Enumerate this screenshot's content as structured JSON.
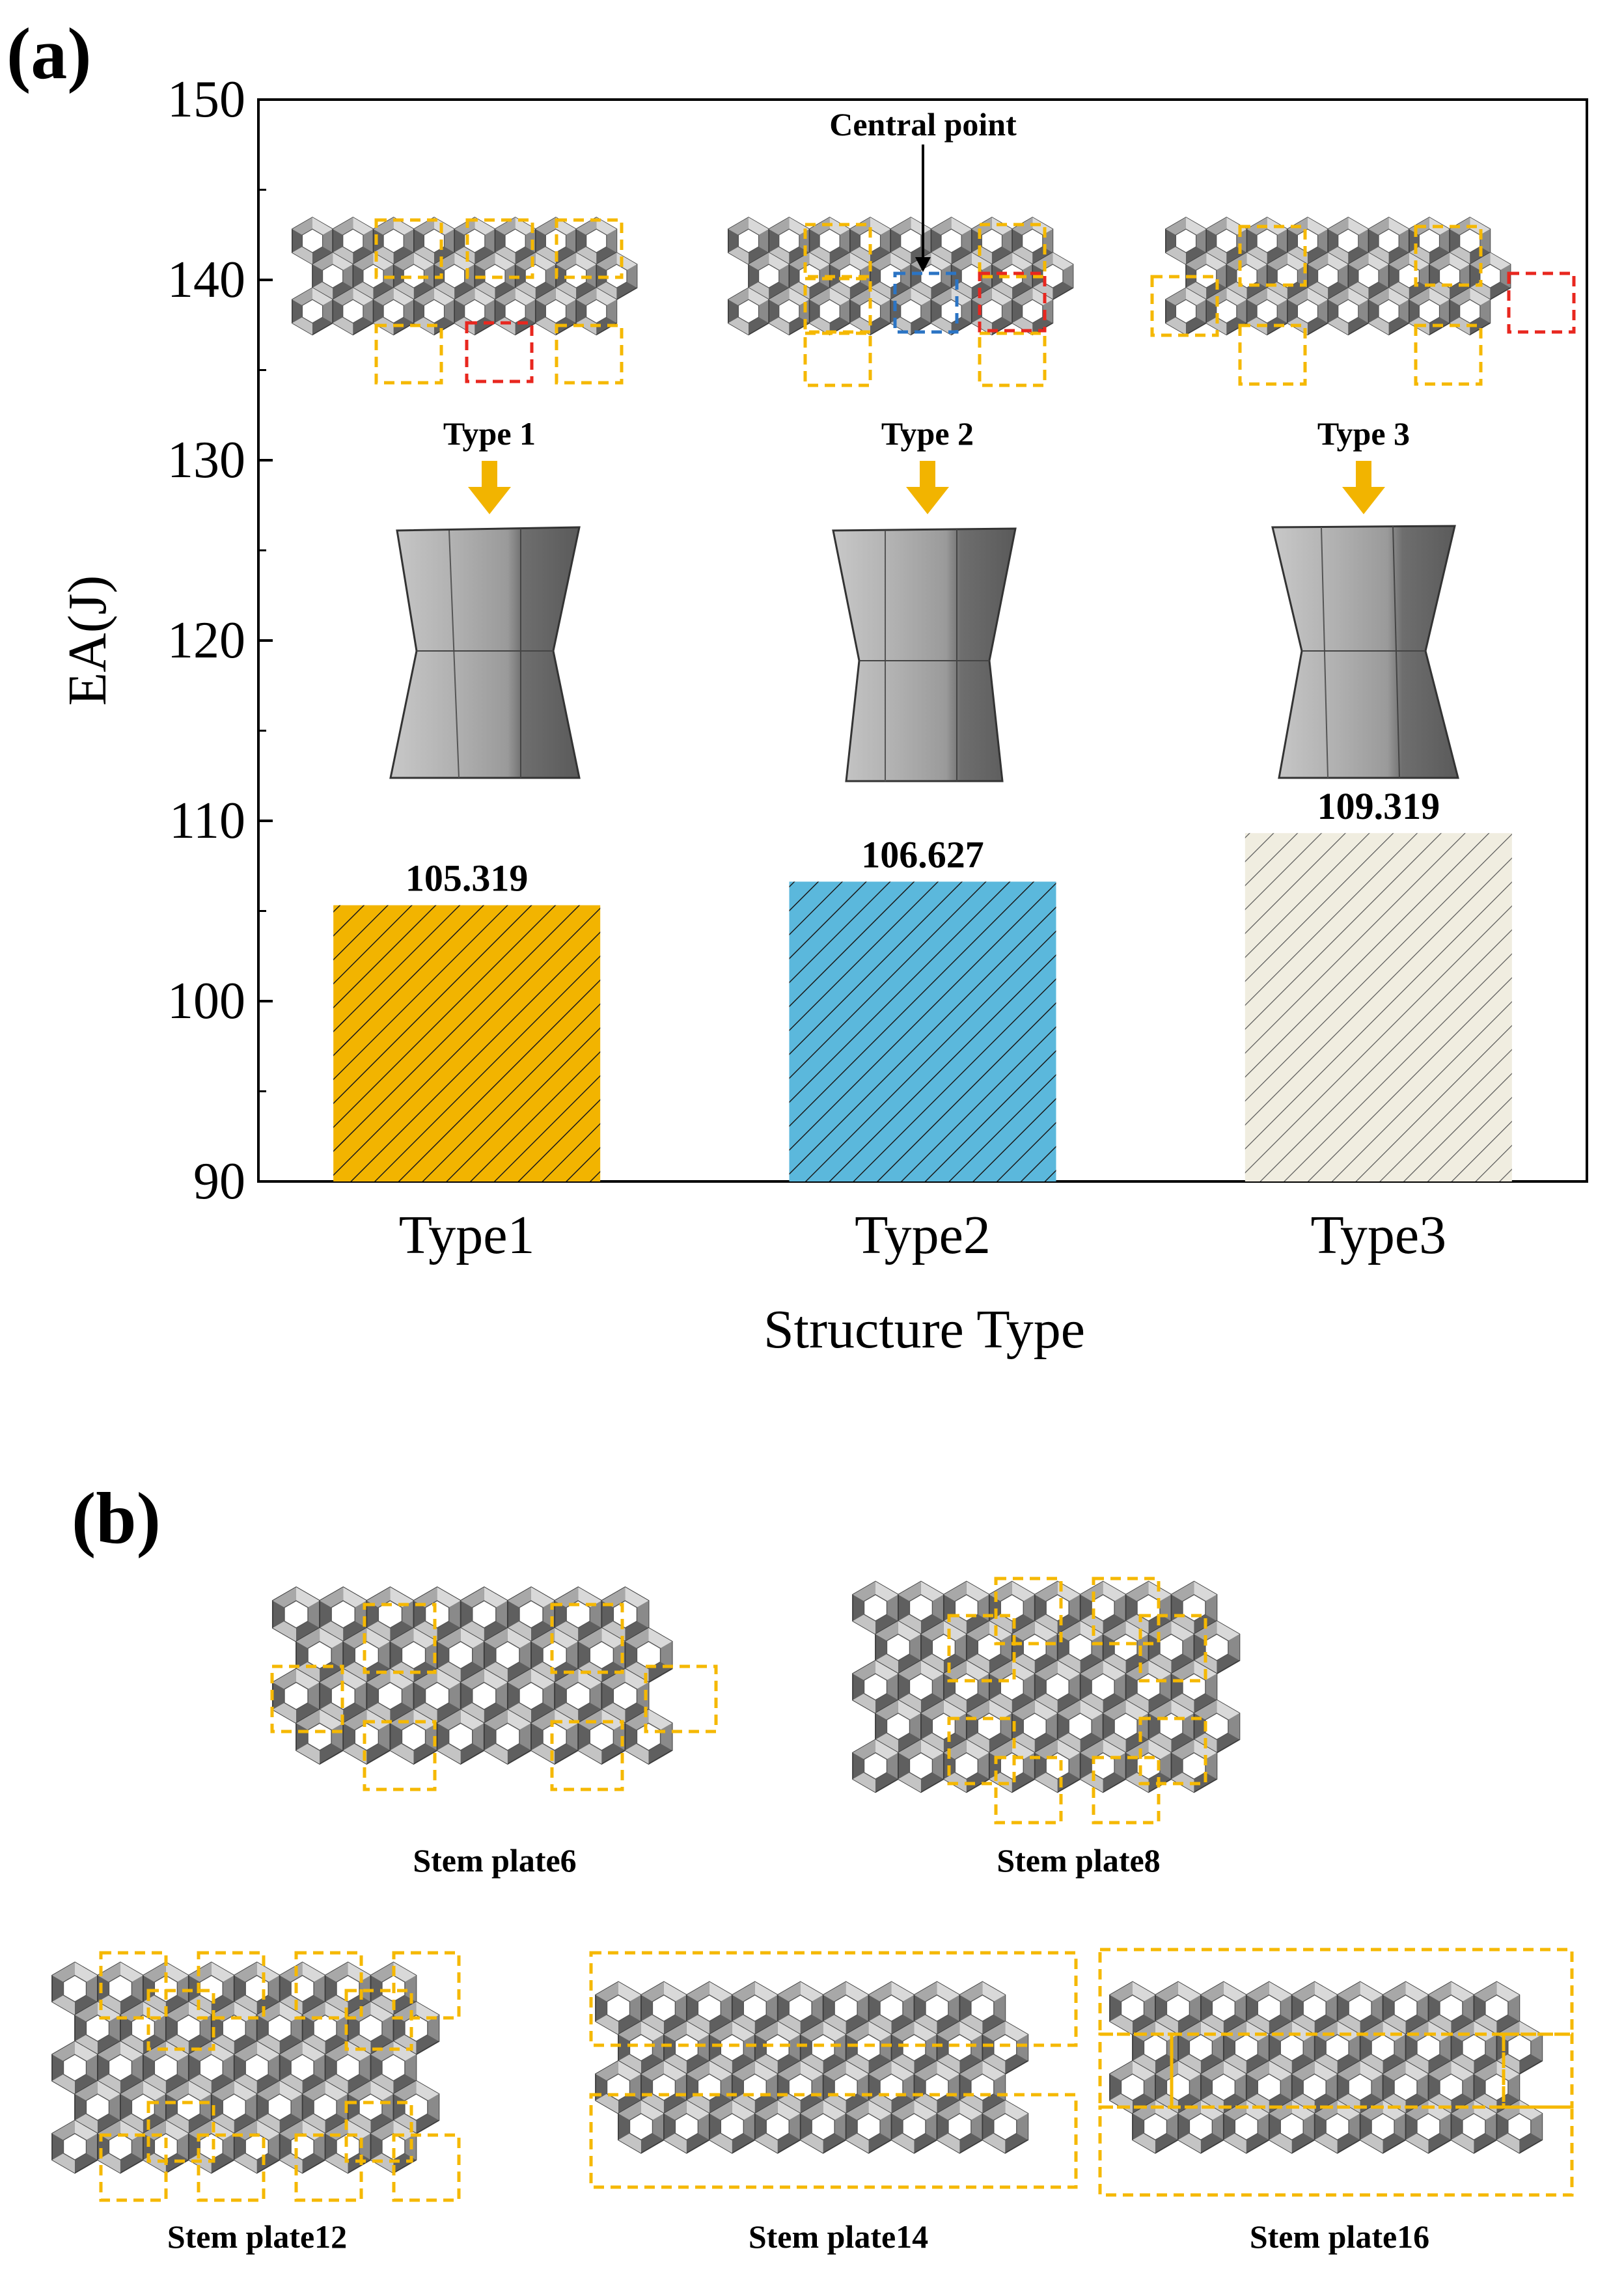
{
  "panels": {
    "a": "(a)",
    "b": "(b)"
  },
  "chart_data": {
    "type": "bar",
    "categories": [
      "Type1",
      "Type2",
      "Type3"
    ],
    "values": [
      105.319,
      106.627,
      109.319
    ],
    "data_labels": [
      "105.319",
      "106.627",
      "109.319"
    ],
    "xlabel": "Structure Type",
    "ylabel": "EA(J)",
    "ylim": [
      90,
      150
    ],
    "yticks": [
      90,
      100,
      110,
      120,
      130,
      140,
      150
    ],
    "grid": false,
    "bar_colors": [
      "#f2b400",
      "#5bb8dc",
      "#f0ede0"
    ],
    "hatch": "diagonal"
  },
  "annotations": {
    "central_point": "Central point",
    "structure_labels": [
      "Type 1",
      "Type 2",
      "Type 3"
    ]
  },
  "colors": {
    "yellow_box": "#f5b800",
    "red_box": "#e8271f",
    "blue_box": "#2b74c4",
    "arrow": "#f2b400",
    "cell_dark": "#5f5f5f",
    "cell_mid": "#9a9a9a",
    "cell_light": "#d6d6d6"
  },
  "panel_b": {
    "labels": [
      "Stem plate6",
      "Stem plate8",
      "Stem plate12",
      "Stem plate14",
      "Stem plate16"
    ]
  }
}
